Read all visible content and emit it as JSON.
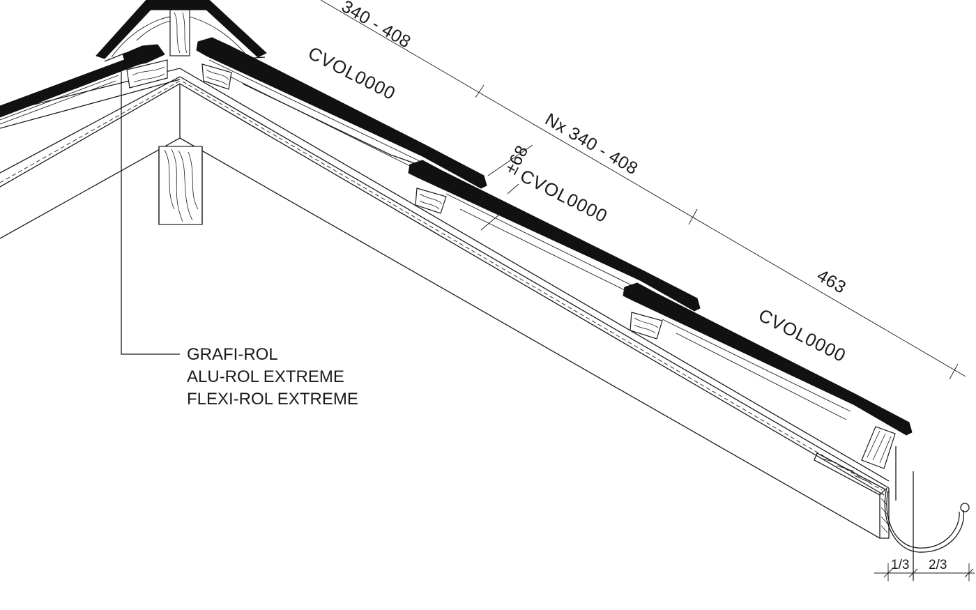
{
  "dimensions": {
    "top_batten_gauge": "340 - 408",
    "main_batten_gauge": "Nx 340 - 408",
    "eaves_gauge": "463",
    "tile_overlap": "±68"
  },
  "tile_codes": [
    "CVOL0000",
    "CVOL0000",
    "CVOL0000"
  ],
  "ridge_materials": [
    "GRAFI-ROL",
    "ALU-ROL EXTREME",
    "FLEXI-ROL EXTREME"
  ],
  "gutter_split": {
    "left": "1/3",
    "right": "2/3"
  },
  "colors": {
    "ink": "#1a1a1a",
    "tile": "#111111",
    "background": "#ffffff"
  }
}
